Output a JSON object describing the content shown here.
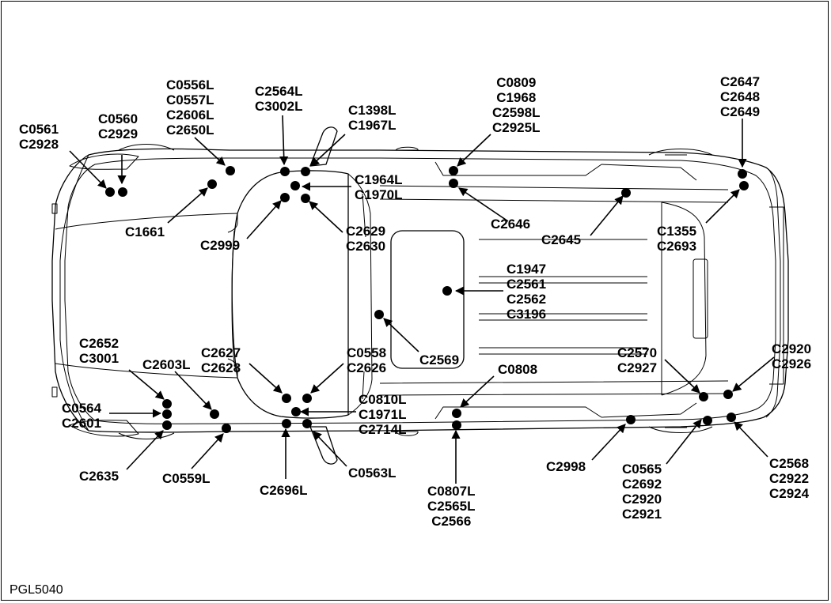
{
  "figure_ref": "PGL5040",
  "callouts": [
    {
      "id": "c0561",
      "lines": [
        "C0561",
        "C2928"
      ]
    },
    {
      "id": "c0560",
      "lines": [
        "C0560",
        "C2929"
      ]
    },
    {
      "id": "c0556l",
      "lines": [
        "C0556L",
        "C0557L",
        "C2606L",
        "C2650L"
      ]
    },
    {
      "id": "c2564l",
      "lines": [
        "C2564L",
        "C3002L"
      ]
    },
    {
      "id": "c1398l",
      "lines": [
        "C1398L",
        "C1967L"
      ]
    },
    {
      "id": "c0809",
      "lines": [
        "C0809",
        "C1968",
        "C2598L",
        "C2925L"
      ]
    },
    {
      "id": "c2647",
      "lines": [
        "C2647",
        "C2648",
        "C2649"
      ]
    },
    {
      "id": "c1964l",
      "lines": [
        "C1964L",
        "C1970L"
      ]
    },
    {
      "id": "c1661",
      "lines": [
        "C1661"
      ]
    },
    {
      "id": "c2999",
      "lines": [
        "C2999"
      ]
    },
    {
      "id": "c2629",
      "lines": [
        "C2629",
        "C2630"
      ]
    },
    {
      "id": "c2646",
      "lines": [
        "C2646"
      ]
    },
    {
      "id": "c2645",
      "lines": [
        "C2645"
      ]
    },
    {
      "id": "c1355",
      "lines": [
        "C1355",
        "C2693"
      ]
    },
    {
      "id": "c1947",
      "lines": [
        "C1947",
        "C2561",
        "C2562",
        "C3196"
      ]
    },
    {
      "id": "c2569",
      "lines": [
        "C2569"
      ]
    },
    {
      "id": "c2652",
      "lines": [
        "C2652",
        "C3001"
      ]
    },
    {
      "id": "c2603l",
      "lines": [
        "C2603L"
      ]
    },
    {
      "id": "c2627",
      "lines": [
        "C2627",
        "C2628"
      ]
    },
    {
      "id": "c0558",
      "lines": [
        "C0558",
        "C2626"
      ]
    },
    {
      "id": "c0808",
      "lines": [
        "C0808"
      ]
    },
    {
      "id": "c2570",
      "lines": [
        "C2570",
        "C2927"
      ]
    },
    {
      "id": "c2920",
      "lines": [
        "C2920",
        "C2926"
      ]
    },
    {
      "id": "c0564",
      "lines": [
        "C0564",
        "C2601"
      ]
    },
    {
      "id": "c0810l",
      "lines": [
        "C0810L",
        "C1971L",
        "C2714L"
      ]
    },
    {
      "id": "c2635",
      "lines": [
        "C2635"
      ]
    },
    {
      "id": "c0559l",
      "lines": [
        "C0559L"
      ]
    },
    {
      "id": "c2696l",
      "lines": [
        "C2696L"
      ]
    },
    {
      "id": "c0563l",
      "lines": [
        "C0563L"
      ]
    },
    {
      "id": "c0807l",
      "lines": [
        "C0807L",
        "C2565L",
        "C2566"
      ]
    },
    {
      "id": "c2998",
      "lines": [
        "C2998"
      ]
    },
    {
      "id": "c0565",
      "lines": [
        "C0565",
        "C2692",
        "C2920",
        "C2921"
      ]
    },
    {
      "id": "c2568",
      "lines": [
        "C2568",
        "C2922",
        "C2924"
      ]
    }
  ]
}
